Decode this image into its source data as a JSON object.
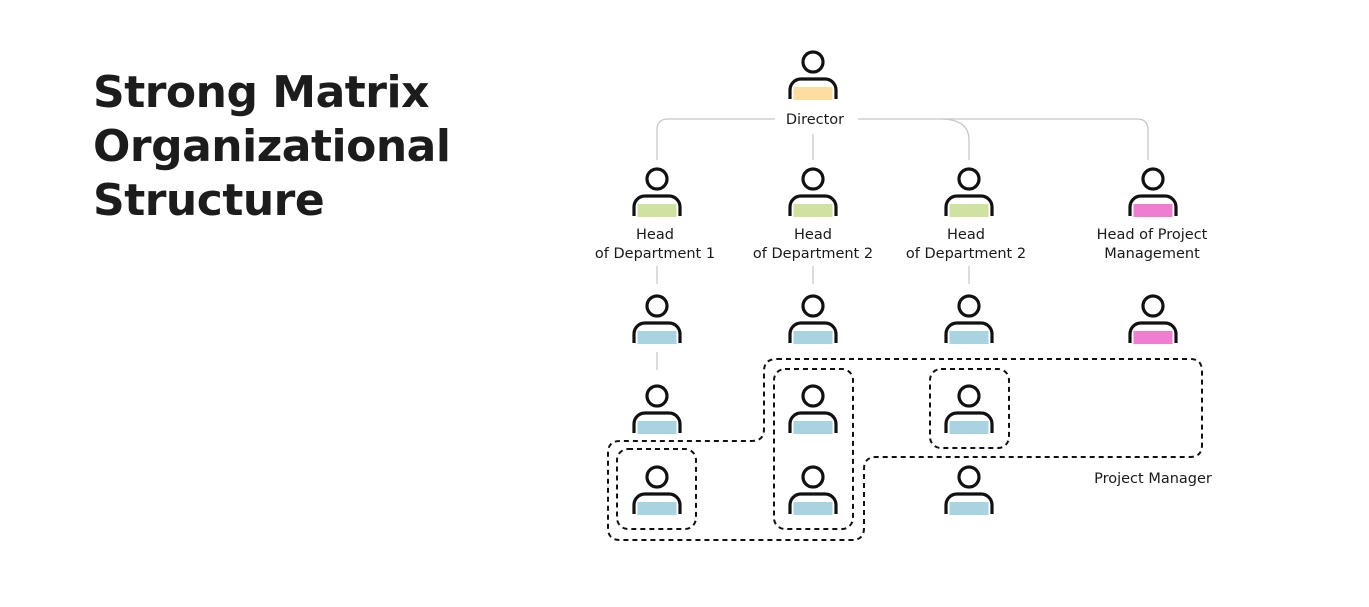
{
  "title": {
    "line1": "Strong Matrix",
    "line2": "Organizational",
    "line3": "Structure"
  },
  "director": {
    "label": "Director",
    "color": "#fddea0"
  },
  "heads": [
    {
      "line1": "Head",
      "line2": "of Department 1",
      "color": "#cfe2a0"
    },
    {
      "line1": "Head",
      "line2": "of Department 2",
      "color": "#cfe2a0"
    },
    {
      "line1": "Head",
      "line2": "of Department 2",
      "color": "#cfe2a0"
    },
    {
      "line1": "Head of Project",
      "line2": "Management",
      "color": "#f07ed0"
    }
  ],
  "staff_color": "#a8d4e2",
  "project_staff_color": "#f07ed0",
  "project_manager_label": "Project Manager",
  "line_color": "#c8c8c8",
  "outline_color": "#111111"
}
